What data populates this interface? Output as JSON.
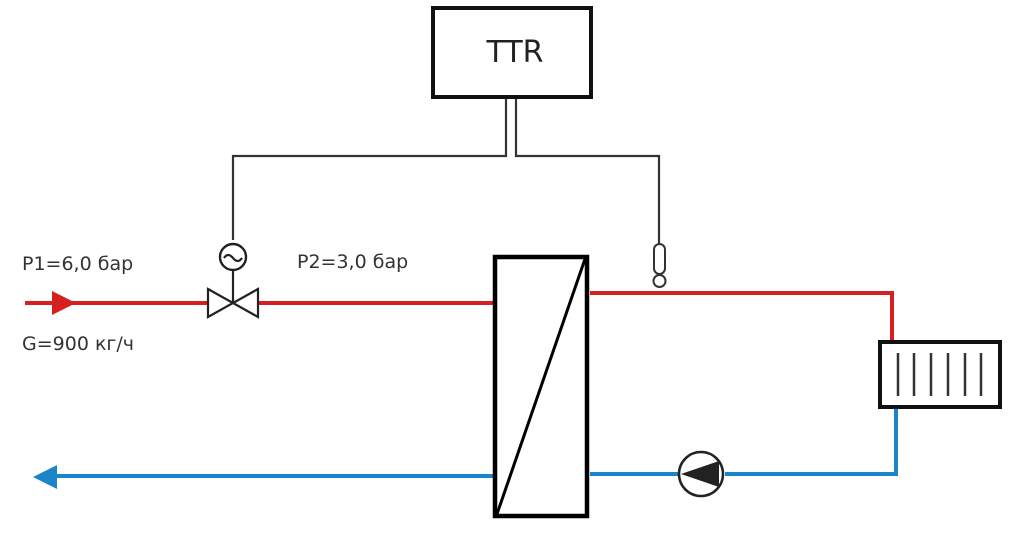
{
  "controller": {
    "label": "TTR"
  },
  "labels": {
    "p1": "P1=6,0 бар",
    "p2": "P2=3,0 бар",
    "g": "G=900 кг/ч"
  },
  "colors": {
    "supply": "#d62020",
    "return": "#1a85c8",
    "control": "#333333",
    "outline": "#111111"
  },
  "components": {
    "valve": "motorized-valve-icon",
    "sensor": "temperature-sensor-icon",
    "exchanger": "heat-exchanger-icon",
    "radiator": "radiator-icon",
    "pump": "circulation-pump-icon"
  }
}
